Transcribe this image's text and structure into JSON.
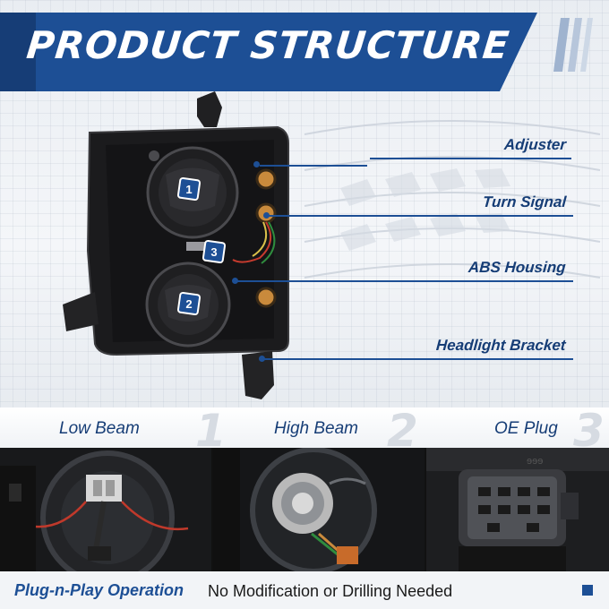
{
  "header": {
    "title": "PRODUCT STRUCTURE"
  },
  "callouts": [
    {
      "label": "Adjuster"
    },
    {
      "label": "Turn Signal"
    },
    {
      "label": "ABS Housing"
    },
    {
      "label": "Headlight Bracket"
    }
  ],
  "markers": [
    "1",
    "2",
    "3"
  ],
  "sections": [
    {
      "label": "Low Beam",
      "number": "1"
    },
    {
      "label": "High Beam",
      "number": "2"
    },
    {
      "label": "OE Plug",
      "number": "3"
    }
  ],
  "footer": {
    "feature_bold": "Plug-n-Play Operation",
    "feature_text": "No Modification or Drilling Needed"
  },
  "colors": {
    "brand_blue": "#1d4f95",
    "dark_blue": "#163d76",
    "housing": "#1b1b1d"
  }
}
